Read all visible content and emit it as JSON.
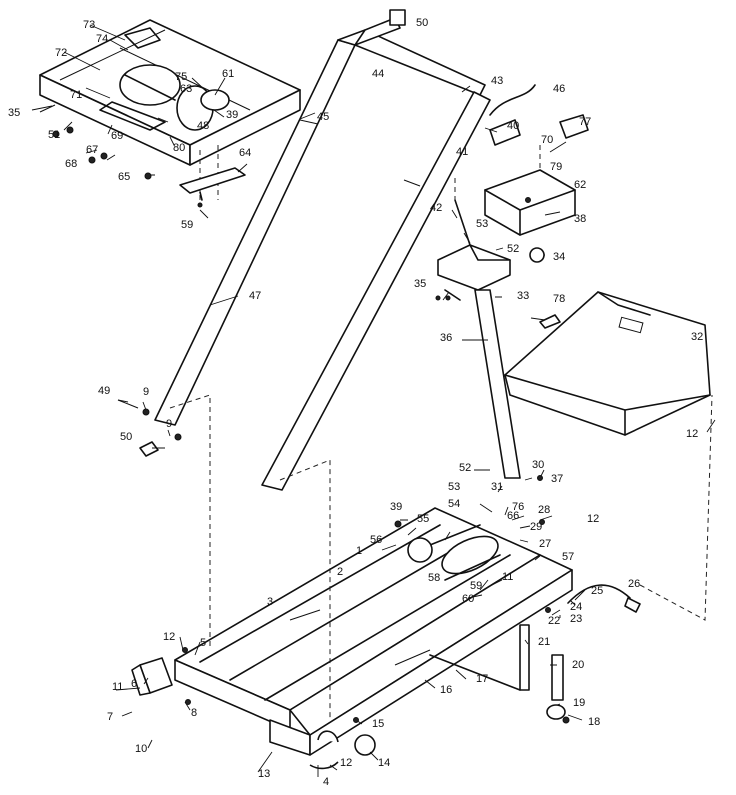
{
  "labels": [
    {
      "t": "73"
    },
    {
      "t": "74"
    },
    {
      "t": "72"
    },
    {
      "t": "50"
    },
    {
      "t": "44"
    },
    {
      "t": "75"
    },
    {
      "t": "61"
    },
    {
      "t": "71"
    },
    {
      "t": "63"
    },
    {
      "t": "35"
    },
    {
      "t": "51"
    },
    {
      "t": "69"
    },
    {
      "t": "48"
    },
    {
      "t": "39"
    },
    {
      "t": "80"
    },
    {
      "t": "45"
    },
    {
      "t": "43"
    },
    {
      "t": "46"
    },
    {
      "t": "67"
    },
    {
      "t": "68"
    },
    {
      "t": "64"
    },
    {
      "t": "65"
    },
    {
      "t": "40"
    },
    {
      "t": "77"
    },
    {
      "t": "70"
    },
    {
      "t": "41"
    },
    {
      "t": "79"
    },
    {
      "t": "59"
    },
    {
      "t": "62"
    },
    {
      "t": "42"
    },
    {
      "t": "38"
    },
    {
      "t": "53"
    },
    {
      "t": "52"
    },
    {
      "t": "34"
    },
    {
      "t": "47"
    },
    {
      "t": "35"
    },
    {
      "t": "33"
    },
    {
      "t": "78"
    },
    {
      "t": "36"
    },
    {
      "t": "32"
    },
    {
      "t": "49"
    },
    {
      "t": "9"
    },
    {
      "t": "50"
    },
    {
      "t": "9"
    },
    {
      "t": "12"
    },
    {
      "t": "52"
    },
    {
      "t": "30"
    },
    {
      "t": "37"
    },
    {
      "t": "31"
    },
    {
      "t": "53"
    },
    {
      "t": "76"
    },
    {
      "t": "54"
    },
    {
      "t": "66"
    },
    {
      "t": "28"
    },
    {
      "t": "39"
    },
    {
      "t": "12"
    },
    {
      "t": "55"
    },
    {
      "t": "29"
    },
    {
      "t": "56"
    },
    {
      "t": "27"
    },
    {
      "t": "1"
    },
    {
      "t": "57"
    },
    {
      "t": "2"
    },
    {
      "t": "58"
    },
    {
      "t": "59"
    },
    {
      "t": "11"
    },
    {
      "t": "26"
    },
    {
      "t": "25"
    },
    {
      "t": "60"
    },
    {
      "t": "3"
    },
    {
      "t": "22"
    },
    {
      "t": "24"
    },
    {
      "t": "23"
    },
    {
      "t": "12"
    },
    {
      "t": "5"
    },
    {
      "t": "21"
    },
    {
      "t": "20"
    },
    {
      "t": "16"
    },
    {
      "t": "17"
    },
    {
      "t": "6"
    },
    {
      "t": "11"
    },
    {
      "t": "8"
    },
    {
      "t": "7"
    },
    {
      "t": "10"
    },
    {
      "t": "19"
    },
    {
      "t": "18"
    },
    {
      "t": "15"
    },
    {
      "t": "12"
    },
    {
      "t": "14"
    },
    {
      "t": "13"
    },
    {
      "t": "4"
    }
  ]
}
